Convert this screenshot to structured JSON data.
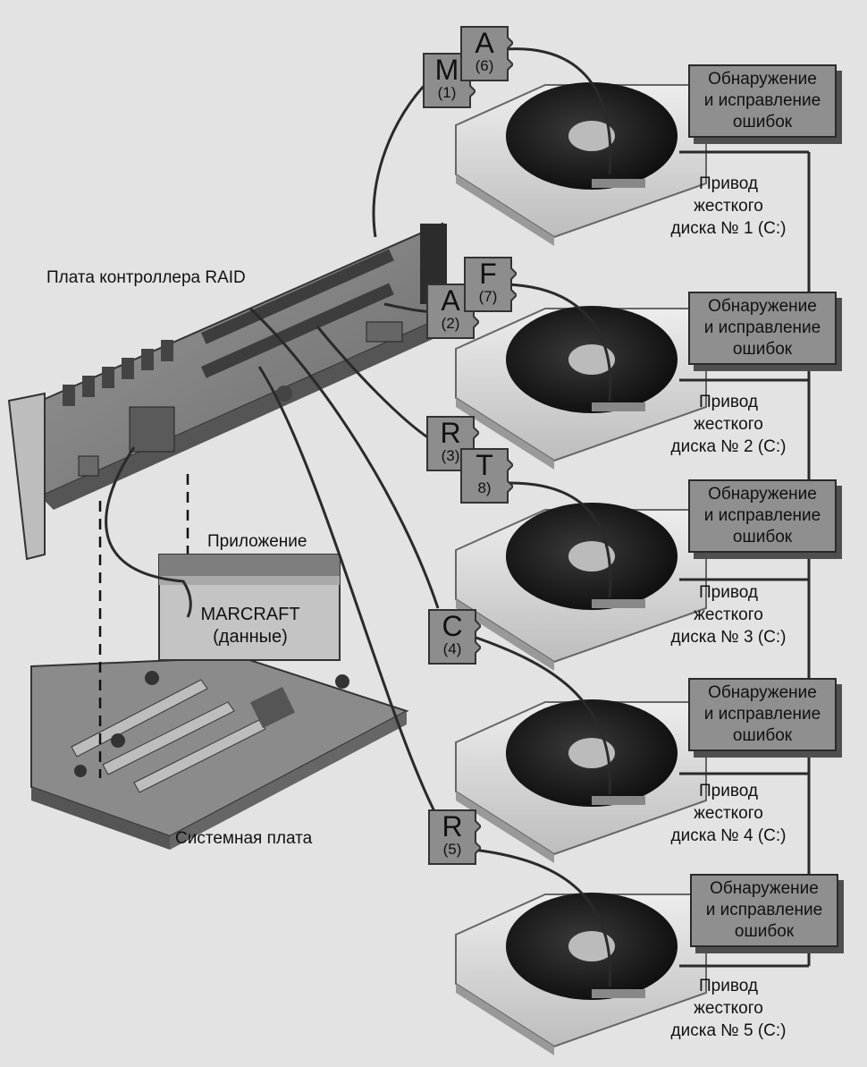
{
  "labels": {
    "raid_controller": "Плата контроллера RAID",
    "application": "Приложение",
    "app_name": "MARCRAFT",
    "app_sub": "(данные)",
    "motherboard": "Системная плата"
  },
  "ecc_line1": "Обнаружение",
  "ecc_line2": "и исправление",
  "ecc_line3": "ошибок",
  "drives": [
    {
      "line1": "Привод",
      "line2": "жесткого",
      "line3": "диска № 1 (C:)"
    },
    {
      "line1": "Привод",
      "line2": "жесткого",
      "line3": "диска № 2 (C:)"
    },
    {
      "line1": "Привод",
      "line2": "жесткого",
      "line3": "диска № 3 (C:)"
    },
    {
      "line1": "Привод",
      "line2": "жесткого",
      "line3": "диска № 4 (C:)"
    },
    {
      "line1": "Привод",
      "line2": "жесткого",
      "line3": "диска № 5 (C:)"
    }
  ],
  "tags": [
    {
      "letter": "M",
      "num": "(1)"
    },
    {
      "letter": "A",
      "num": "(6)"
    },
    {
      "letter": "A",
      "num": "(2)"
    },
    {
      "letter": "F",
      "num": "(7)"
    },
    {
      "letter": "R",
      "num": "(3)"
    },
    {
      "letter": "T",
      "num": "8)"
    },
    {
      "letter": "C",
      "num": "(4)"
    },
    {
      "letter": "R",
      "num": "(5)"
    }
  ]
}
